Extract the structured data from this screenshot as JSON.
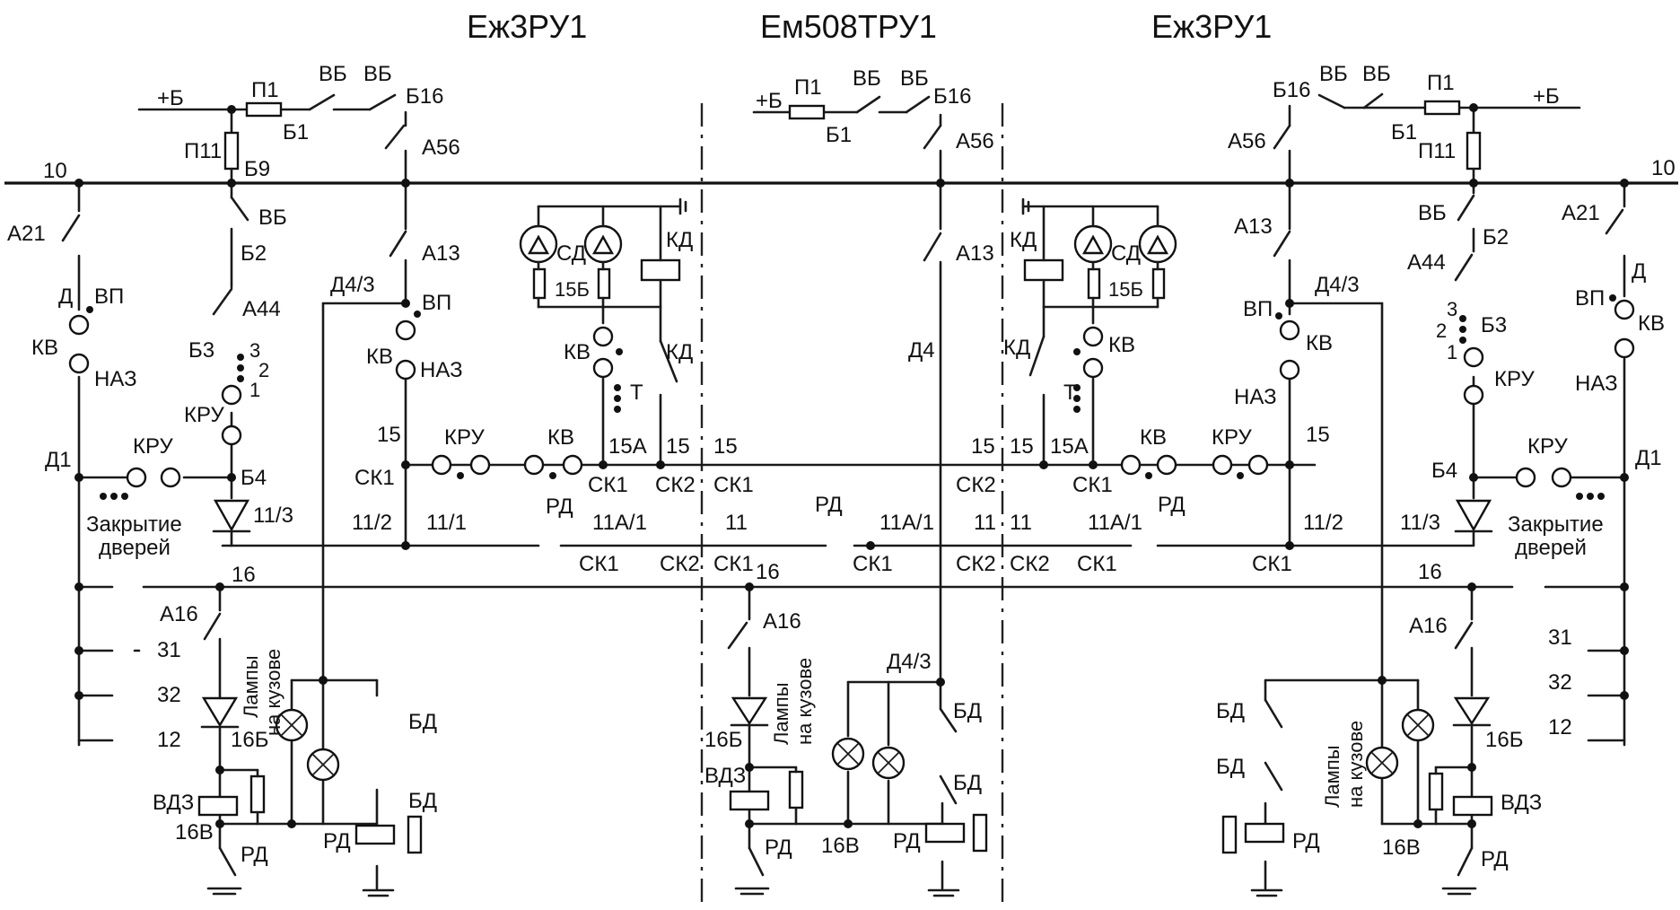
{
  "titles": [
    "Еж3РУ1",
    "Ем508ТРУ1",
    "Еж3РУ1"
  ],
  "labels": {
    "plusB": "+Б",
    "P1": "П1",
    "P11": "П11",
    "B1": "Б1",
    "B9": "Б9",
    "B16": "Б16",
    "VB": "ВБ",
    "A56": "А56",
    "A21": "А21",
    "A13": "А13",
    "A44": "А44",
    "B2": "Б2",
    "B3": "Б3",
    "B4": "Б4",
    "D": "Д",
    "VP": "ВП",
    "KV": "КВ",
    "NAZ": "НАЗ",
    "KRU": "КРУ",
    "D1": "Д1",
    "D4": "Д4",
    "D43": "Д4/3",
    "SD": "СД",
    "KD": "КД",
    "T": "Т",
    "n15": "15",
    "n15A": "15А",
    "n15B": "15Б",
    "SK1": "СК1",
    "SK2": "СК2",
    "RD": "РД",
    "n11": "11",
    "n112": "11/2",
    "n111": "11/1",
    "n113": "11/3",
    "n11A1": "11А/1",
    "n16": "16",
    "n16B": "16Б",
    "n16V": "16В",
    "A16": "А16",
    "VDZ": "ВДЗ",
    "BD": "БД",
    "n10": "10",
    "n31": "31",
    "n32": "32",
    "n12": "12",
    "n1": "1",
    "n2": "2",
    "n3": "3",
    "closing1": "Закрытие",
    "closing2": "дверей",
    "lamps1": "Лампы",
    "lamps2": "на кузове"
  }
}
